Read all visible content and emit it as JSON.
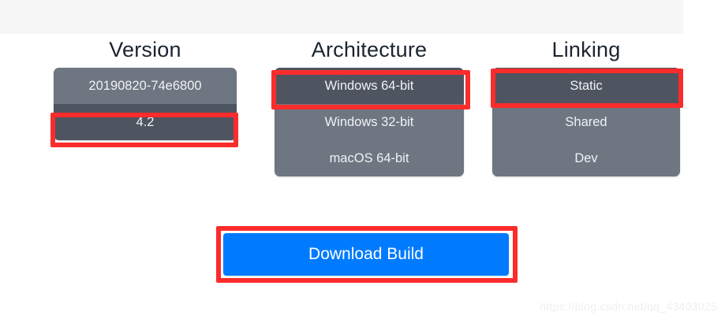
{
  "page": {
    "background_color": "#ffffff",
    "top_band_color": "#f6f6f7"
  },
  "colors": {
    "option_default": "#6e7681",
    "option_selected": "#4e5560",
    "option_text": "#f0f2f5",
    "title_text": "#1b2430",
    "download_button": "#007bff",
    "download_button_text": "#ffffff",
    "annotation_red": "#fb2c2c",
    "watermark_text": "#efefef"
  },
  "columns": [
    {
      "id": "version",
      "title": "Version",
      "options": [
        {
          "label": "20190820-74e6800",
          "selected": false
        },
        {
          "label": "4.2",
          "selected": true
        }
      ]
    },
    {
      "id": "architecture",
      "title": "Architecture",
      "options": [
        {
          "label": "Windows 64-bit",
          "selected": true
        },
        {
          "label": "Windows 32-bit",
          "selected": false
        },
        {
          "label": "macOS 64-bit",
          "selected": false
        }
      ]
    },
    {
      "id": "linking",
      "title": "Linking",
      "options": [
        {
          "label": "Static",
          "selected": true
        },
        {
          "label": "Shared",
          "selected": false
        },
        {
          "label": "Dev",
          "selected": false
        }
      ]
    }
  ],
  "download": {
    "label": "Download Build"
  },
  "annotations": [
    {
      "id": "version-selected-highlight",
      "target": "4.2"
    },
    {
      "id": "architecture-selected-highlight",
      "target": "Windows 64-bit"
    },
    {
      "id": "linking-selected-highlight",
      "target": "Static"
    },
    {
      "id": "download-button-highlight",
      "target": "Download Build"
    }
  ],
  "watermark": {
    "text": "https://blog.csdn.net/qq_43403025"
  }
}
